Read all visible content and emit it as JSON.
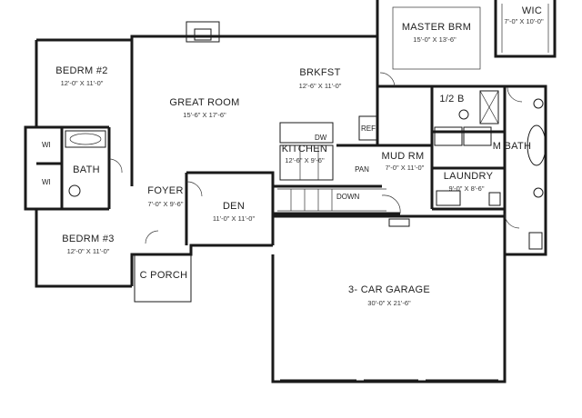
{
  "rooms": {
    "master": {
      "name": "MASTER BRM",
      "dim": "15'-0\" X 13'-6\""
    },
    "wic_top": {
      "name": "WIC",
      "dim": "7'-0\" X 10'-0\""
    },
    "bedrm2": {
      "name": "BEDRM #2",
      "dim": "12'-0\" X 11'-0\""
    },
    "great_room": {
      "name": "GREAT ROOM",
      "dim": "15'-6\" X 17'-6\""
    },
    "brkfst": {
      "name": "BRKFST",
      "dim": "12'-6\" X 11'-0\""
    },
    "half_bath": {
      "name": "1/2 B"
    },
    "kitchen": {
      "name": "KITCHEN",
      "dim": "12'-6\" X 9'-6\""
    },
    "mud_rm": {
      "name": "MUD RM",
      "dim": "7'-0\" X 11'-0\""
    },
    "m_bath": {
      "name": "M BATH"
    },
    "bath": {
      "name": "BATH"
    },
    "pan": {
      "name": "PAN"
    },
    "laundry": {
      "name": "LAUNDRY",
      "dim": "9'-0\" X 8'-6\""
    },
    "foyer": {
      "name": "FOYER",
      "dim": "7'-0\" X 9'-6\""
    },
    "den": {
      "name": "DEN",
      "dim": "11'-0\" X 11'-0\""
    },
    "bedrm3": {
      "name": "BEDRM #3",
      "dim": "12'-0\" X 11'-0\""
    },
    "c_porch": {
      "name": "C PORCH"
    },
    "garage": {
      "name": "3- CAR GARAGE",
      "dim": "30'-0\" X 21'-6\""
    }
  },
  "labels": {
    "wi_1": "WI",
    "wi_2": "WI",
    "down": "DOWN",
    "dw": "DW",
    "ref": "REF"
  }
}
